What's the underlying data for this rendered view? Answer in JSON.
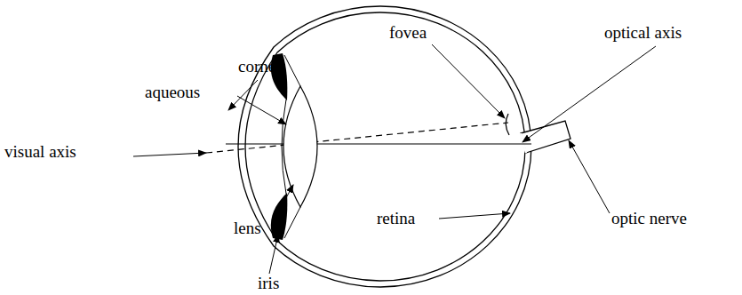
{
  "diagram": {
    "labels": [
      "cornea",
      "aqueous",
      "visual axis",
      "lens",
      "iris",
      "fovea",
      "optical axis",
      "retina",
      "optic nerve"
    ]
  }
}
